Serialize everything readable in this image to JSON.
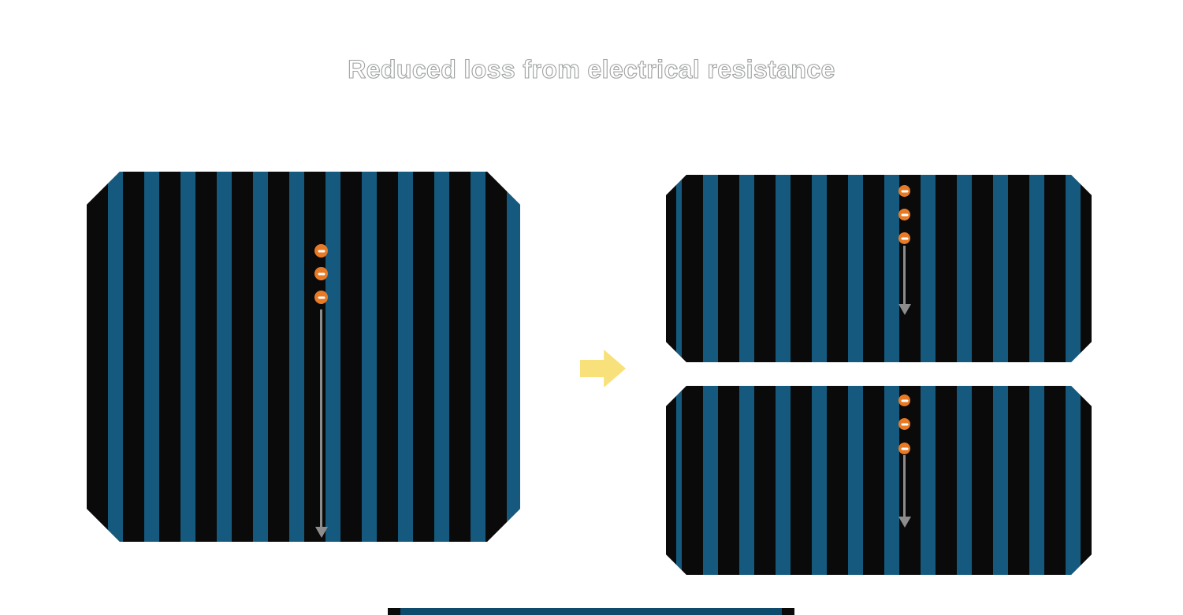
{
  "title": "Reduced loss from electrical resistance",
  "colors": {
    "background": "#ffffff",
    "cell_black": "#0a0a0a",
    "stripe_blue": "#155a7e",
    "electron_orange": "#e87a25",
    "electron_minus": "#ffffff",
    "flow_arrow_gray": "#8d8d8d",
    "transform_arrow_yellow": "#f8e17a",
    "title_fill": "#ffffff",
    "title_outline": "#a0a3a3",
    "strip_teal": "#0e4a6b"
  },
  "cells": {
    "full_cell": {
      "type": "full-size cell",
      "electrons": 3,
      "busbar_stripes": 12
    },
    "half_cell_top": {
      "type": "half-cut cell",
      "electrons": 3,
      "busbar_stripes": 12
    },
    "half_cell_bottom": {
      "type": "half-cut cell",
      "electrons": 3,
      "busbar_stripes": 12
    }
  }
}
